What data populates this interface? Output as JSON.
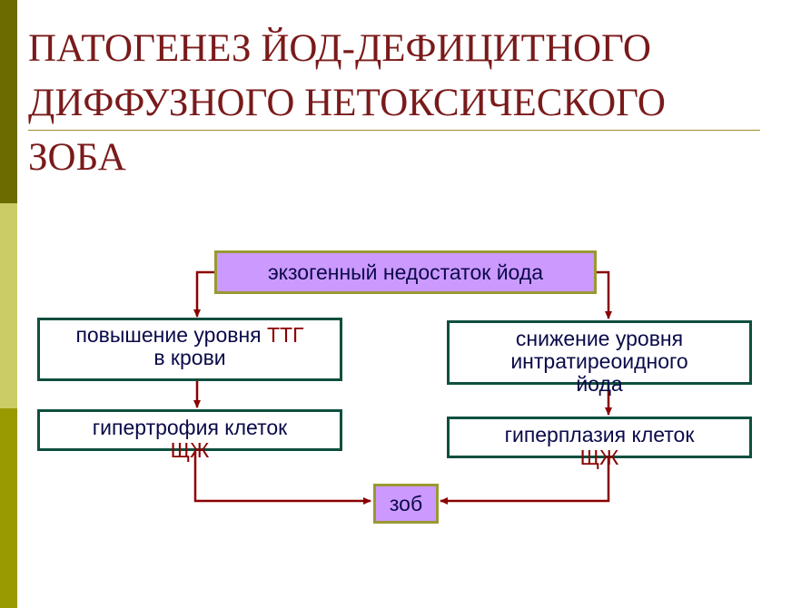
{
  "title": {
    "line1": "ПАТОГЕНЕЗ ЙОД-ДЕФИЦИТНОГО",
    "line2": "ДИФФУЗНОГО НЕТОКСИЧЕСКОГО",
    "line3": "ЗОБА"
  },
  "nodes": {
    "top": "экзогенный недостаток йода",
    "left1": {
      "text": "повышение уровня",
      "red": "ТТГ",
      "line2": "в крови"
    },
    "left2": {
      "text": "гипертрофия клеток",
      "red": "ЩЖ"
    },
    "right1": {
      "line1": "снижение уровня",
      "line2": "интратиреоидного",
      "line3": "йода"
    },
    "right2": {
      "text": "гиперплазия клеток",
      "red": "ЩЖ"
    },
    "bottom": "зоб"
  },
  "colors": {
    "arrow": "#8b0000",
    "highlight_fill": "#cc99ff",
    "title": "#7a1a1a"
  }
}
